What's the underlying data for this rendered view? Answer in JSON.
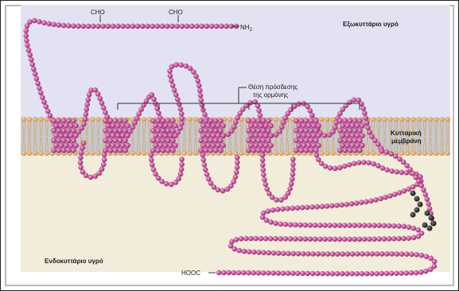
{
  "labels": {
    "extracellular": "Εξωκυττάριο υγρό",
    "intracellular": "Ενδοκυττάριο υγρό",
    "membrane_line1": "Κυτταρική",
    "membrane_line2": "μεμβράνη",
    "binding_line1": "Θέση πρόσδεσης",
    "binding_line2": "της ορμόνης",
    "cho_left": "CHO",
    "cho_right": "CHO",
    "nh2": "NH",
    "nh2_sub": "2",
    "hooc": "HOOC"
  },
  "colors": {
    "extracellular_bg": "#e2e2f2",
    "intracellular_bg": "#f2ecda",
    "membrane_core": "#c9c9cb",
    "bead": "#c8559e",
    "bead_dark": "#8f2f6c",
    "bead_highlight": "#f2b5dc",
    "phospho": "#1a1a1a",
    "lipid_head": "#e0a15a",
    "lipid_tail": "#d0a46a"
  }
}
